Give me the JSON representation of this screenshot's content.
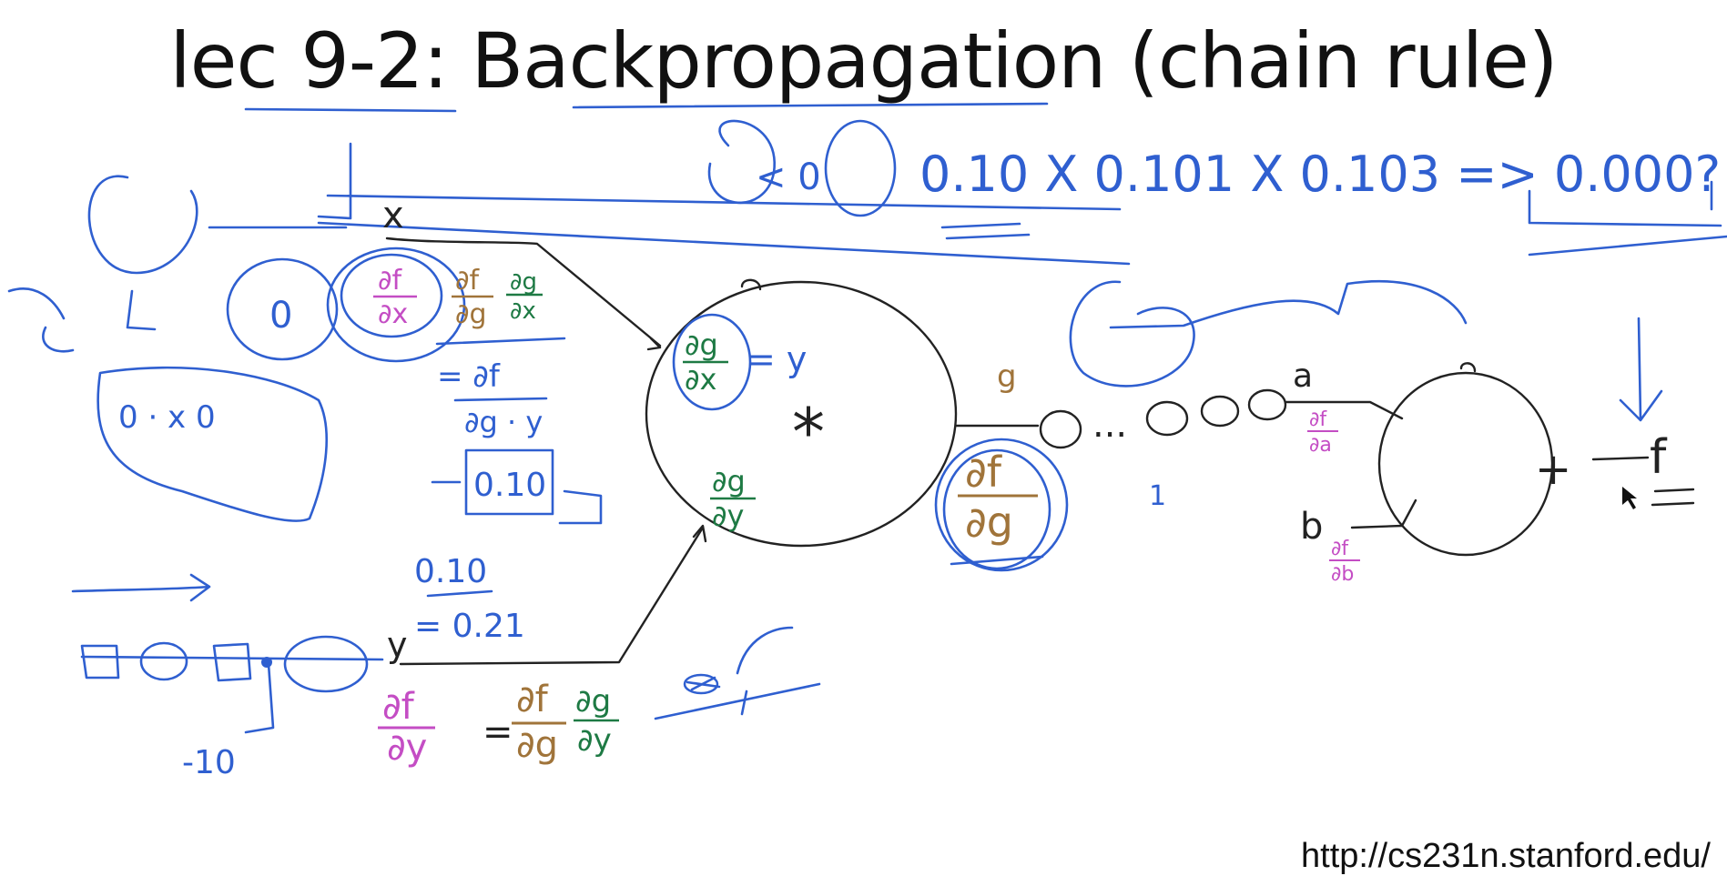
{
  "title": "lec 9-2: Backpropagation (chain rule)",
  "url": "http://cs231n.stanford.edu/",
  "colors": {
    "ink": "#222222",
    "annotation_blue": "#2f5fd0",
    "magenta": "#c44dc4",
    "brown": "#a0743a",
    "green": "#1e7a44"
  },
  "nodes": {
    "x": "x",
    "y": "y",
    "a": "a",
    "b": "b",
    "f": "f",
    "g_small": "g",
    "times_op": "*",
    "plus_op": "+",
    "dots": "...",
    "one": "1"
  },
  "annotations": {
    "df_dx_num": "∂f",
    "df_dx_den": "∂x",
    "df_dg_num": "∂f",
    "df_dg_den": "∂g",
    "dg_dx_num": "∂g",
    "dg_dx_den": "∂x",
    "dg_dy_num": "∂g",
    "dg_dy_den": "∂y",
    "df_dy_num": "∂f",
    "df_dy_den": "∂y",
    "df_da_num": "∂f",
    "df_da_den": "∂a",
    "df_db_num": "∂f",
    "df_db_den": "∂b",
    "eq_y": "= y",
    "vals_mid": "0.10",
    "vals_low": "0.10",
    "vals_low2": "= 0.21",
    "minus_ten": "-10",
    "zero": "0",
    "zero_x_zero": "0 · x 0",
    "top_product": "0.10 X 0.101 X 0.103 => 0.000?",
    "lt_zero": "< 0",
    "eq_df": "= ∂f",
    "dg_y": "∂g · y"
  }
}
